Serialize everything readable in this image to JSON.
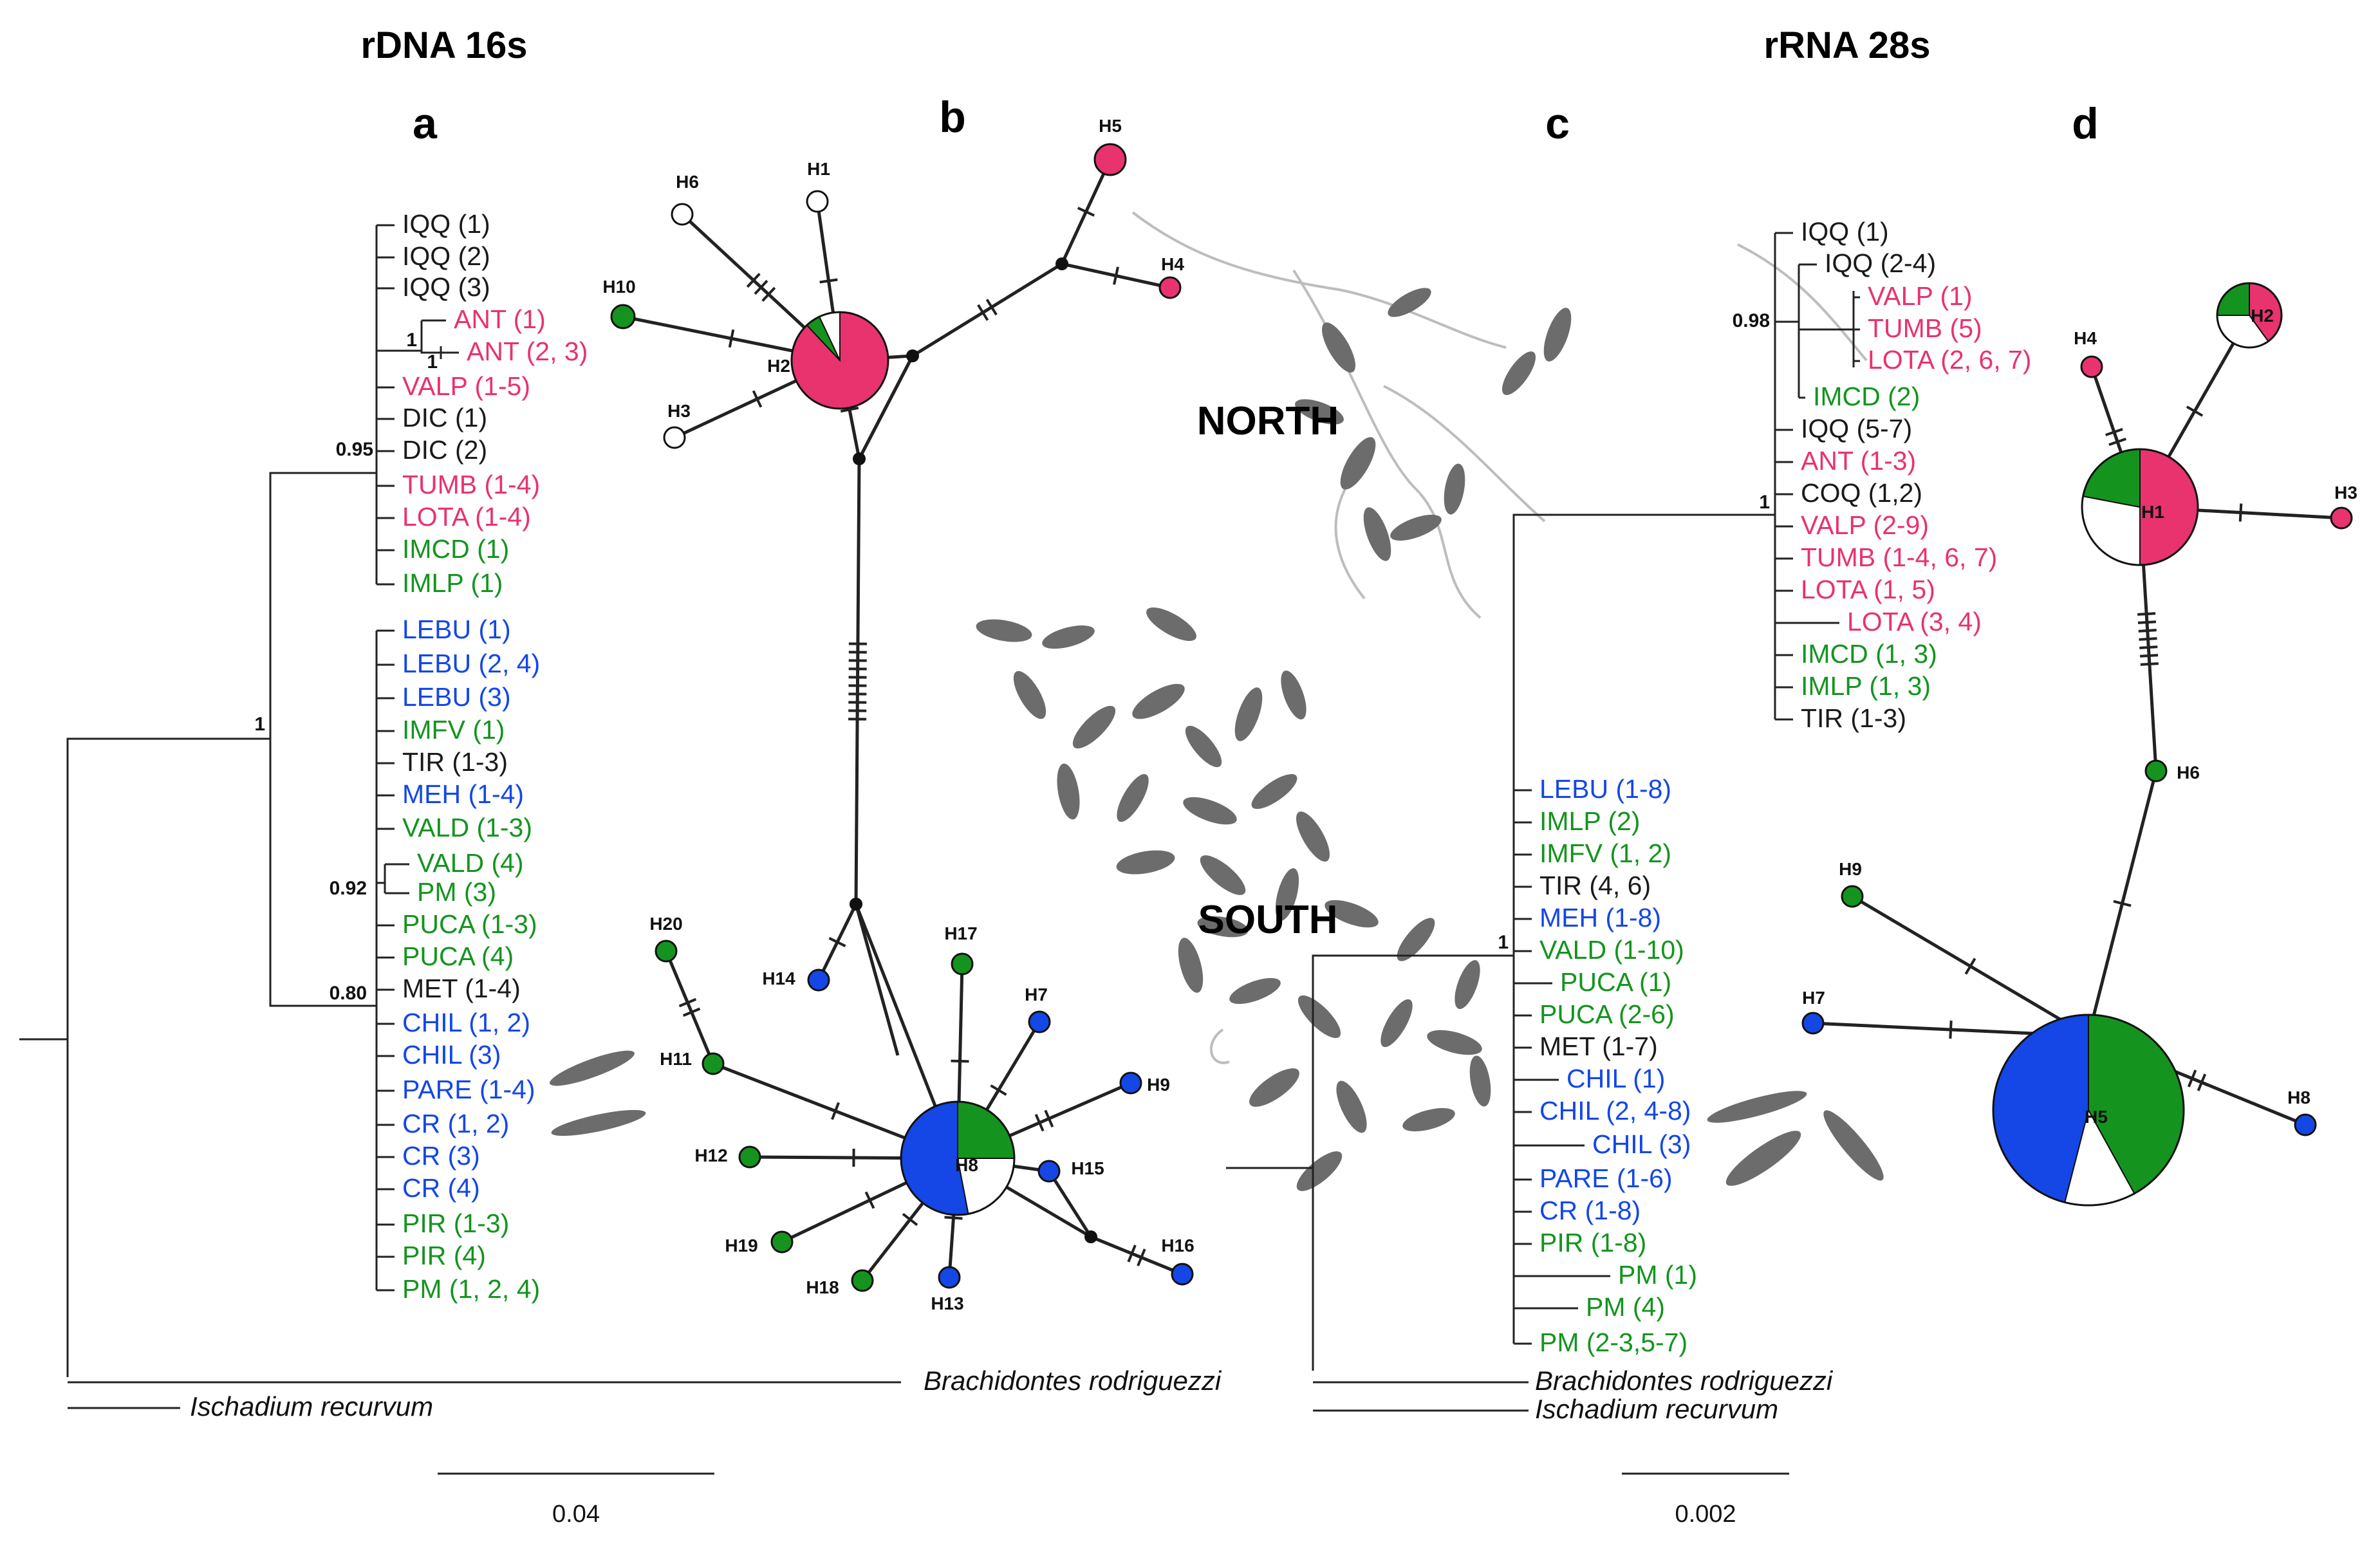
{
  "titles": {
    "left": "rDNA 16s",
    "right": "rRNA 28s"
  },
  "panels": {
    "a": "a",
    "b": "b",
    "c": "c",
    "d": "d"
  },
  "regions": {
    "north": "NORTH",
    "south": "SOUTH"
  },
  "colors": {
    "north": "#e8336e",
    "south_green": "#14941f",
    "south_blue": "#1447e6",
    "other": "#1a1a1a",
    "unsampled": "#ffffff"
  },
  "tree_a": {
    "supports": [
      "0.95",
      "1",
      "1",
      "1",
      "0.92",
      "0.80"
    ],
    "tips": [
      {
        "label": "IQQ (1)",
        "color": "other"
      },
      {
        "label": "IQQ (2)",
        "color": "other"
      },
      {
        "label": "IQQ (3)",
        "color": "other"
      },
      {
        "label": "ANT (1)",
        "color": "north"
      },
      {
        "label": "ANT (2, 3)",
        "color": "north"
      },
      {
        "label": "VALP (1-5)",
        "color": "north"
      },
      {
        "label": "DIC (1)",
        "color": "other"
      },
      {
        "label": "DIC (2)",
        "color": "other"
      },
      {
        "label": "TUMB (1-4)",
        "color": "north"
      },
      {
        "label": "LOTA (1-4)",
        "color": "north"
      },
      {
        "label": "IMCD (1)",
        "color": "south_green"
      },
      {
        "label": "IMLP (1)",
        "color": "south_green"
      },
      {
        "label": "LEBU (1)",
        "color": "south_blue"
      },
      {
        "label": "LEBU (2, 4)",
        "color": "south_blue"
      },
      {
        "label": "LEBU (3)",
        "color": "south_blue"
      },
      {
        "label": "IMFV (1)",
        "color": "south_green"
      },
      {
        "label": "TIR (1-3)",
        "color": "other"
      },
      {
        "label": "MEH (1-4)",
        "color": "south_blue"
      },
      {
        "label": "VALD (1-3)",
        "color": "south_green"
      },
      {
        "label": "VALD (4)",
        "color": "south_green"
      },
      {
        "label": "PM (3)",
        "color": "south_green"
      },
      {
        "label": "PUCA (1-3)",
        "color": "south_green"
      },
      {
        "label": "PUCA (4)",
        "color": "south_green"
      },
      {
        "label": "MET (1-4)",
        "color": "other"
      },
      {
        "label": "CHIL (1, 2)",
        "color": "south_blue"
      },
      {
        "label": "CHIL (3)",
        "color": "south_blue"
      },
      {
        "label": "PARE (1-4)",
        "color": "south_blue"
      },
      {
        "label": "CR (1, 2)",
        "color": "south_blue"
      },
      {
        "label": "CR (3)",
        "color": "south_blue"
      },
      {
        "label": "CR (4)",
        "color": "south_blue"
      },
      {
        "label": "PIR (1-3)",
        "color": "south_green"
      },
      {
        "label": "PIR (4)",
        "color": "south_green"
      },
      {
        "label": "PM (1, 2, 4)",
        "color": "south_green"
      }
    ],
    "outgroups": [
      "Brachidontes rodriguezzi",
      "Ischadium recurvum"
    ],
    "scale": "0.04"
  },
  "tree_c": {
    "supports": [
      "0.98",
      "1",
      "1"
    ],
    "tips": [
      {
        "label": "IQQ (1)",
        "color": "other"
      },
      {
        "label": "IQQ (2-4)",
        "color": "other"
      },
      {
        "label": "VALP (1)",
        "color": "north"
      },
      {
        "label": "TUMB (5)",
        "color": "north"
      },
      {
        "label": "LOTA (2, 6, 7)",
        "color": "north"
      },
      {
        "label": "IMCD (2)",
        "color": "south_green"
      },
      {
        "label": "IQQ (5-7)",
        "color": "other"
      },
      {
        "label": "ANT (1-3)",
        "color": "north"
      },
      {
        "label": "COQ (1,2)",
        "color": "other"
      },
      {
        "label": "VALP (2-9)",
        "color": "north"
      },
      {
        "label": "TUMB (1-4, 6, 7)",
        "color": "north"
      },
      {
        "label": "LOTA (1, 5)",
        "color": "north"
      },
      {
        "label": "LOTA (3, 4)",
        "color": "north"
      },
      {
        "label": "IMCD (1, 3)",
        "color": "south_green"
      },
      {
        "label": "IMLP (1, 3)",
        "color": "south_green"
      },
      {
        "label": "TIR (1-3)",
        "color": "other"
      },
      {
        "label": "LEBU (1-8)",
        "color": "south_blue"
      },
      {
        "label": "IMLP (2)",
        "color": "south_green"
      },
      {
        "label": "IMFV (1, 2)",
        "color": "south_green"
      },
      {
        "label": "TIR (4, 6)",
        "color": "other"
      },
      {
        "label": "MEH (1-8)",
        "color": "south_blue"
      },
      {
        "label": "VALD (1-10)",
        "color": "south_green"
      },
      {
        "label": "PUCA (1)",
        "color": "south_green"
      },
      {
        "label": "PUCA (2-6)",
        "color": "south_green"
      },
      {
        "label": "MET (1-7)",
        "color": "other"
      },
      {
        "label": "CHIL (1)",
        "color": "south_blue"
      },
      {
        "label": "CHIL (2, 4-8)",
        "color": "south_blue"
      },
      {
        "label": "CHIL (3)",
        "color": "south_blue"
      },
      {
        "label": "PARE (1-6)",
        "color": "south_blue"
      },
      {
        "label": "CR (1-8)",
        "color": "south_blue"
      },
      {
        "label": "PIR (1-8)",
        "color": "south_green"
      },
      {
        "label": "PM (1)",
        "color": "south_green"
      },
      {
        "label": "PM (4)",
        "color": "south_green"
      },
      {
        "label": "PM (2-3,5-7)",
        "color": "south_green"
      }
    ],
    "outgroups": [
      "Brachidontes rodriguezzi",
      "Ischadium recurvum"
    ],
    "scale": "0.002"
  },
  "network_b": {
    "haplotypes": [
      "H1",
      "H2",
      "H3",
      "H4",
      "H5",
      "H6",
      "H7",
      "H8",
      "H9",
      "H10",
      "H11",
      "H12",
      "H13",
      "H14",
      "H15",
      "H16",
      "H17",
      "H18",
      "H19",
      "H20"
    ]
  },
  "network_d": {
    "haplotypes": [
      "H1",
      "H2",
      "H3",
      "H4",
      "H5",
      "H6",
      "H7",
      "H8",
      "H9"
    ]
  }
}
